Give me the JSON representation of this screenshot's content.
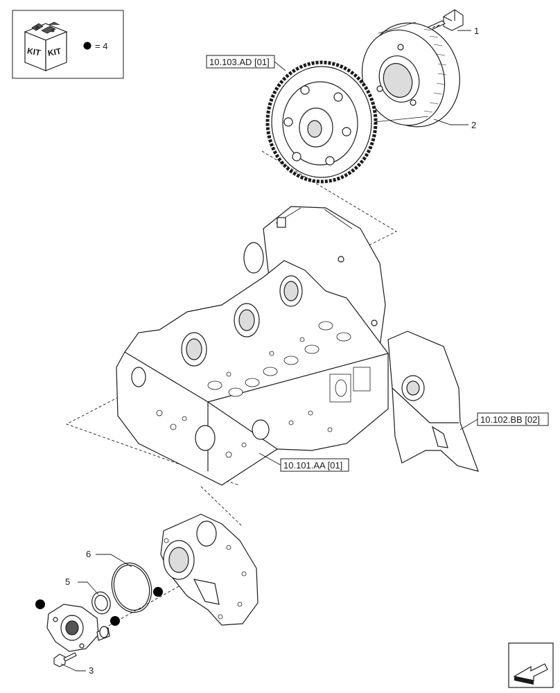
{
  "legend": {
    "kit_labels": [
      "KIT",
      "KIT"
    ],
    "marker_text": "= 4"
  },
  "references": {
    "gear": "10.103.AD [01]",
    "cylinder_block": "10.101.AA [01]",
    "flywheel_housing": "10.102.BB [02]"
  },
  "callouts": [
    "1",
    "2",
    "3",
    "5",
    "6"
  ],
  "icons": {
    "kit_box": "kit-box-icon",
    "marker": "kit-marker-dot",
    "nav": "navigation-arrow-icon"
  },
  "colors": {
    "line": "#1a1a1a",
    "marker": "#000000",
    "background": "#ffffff"
  }
}
